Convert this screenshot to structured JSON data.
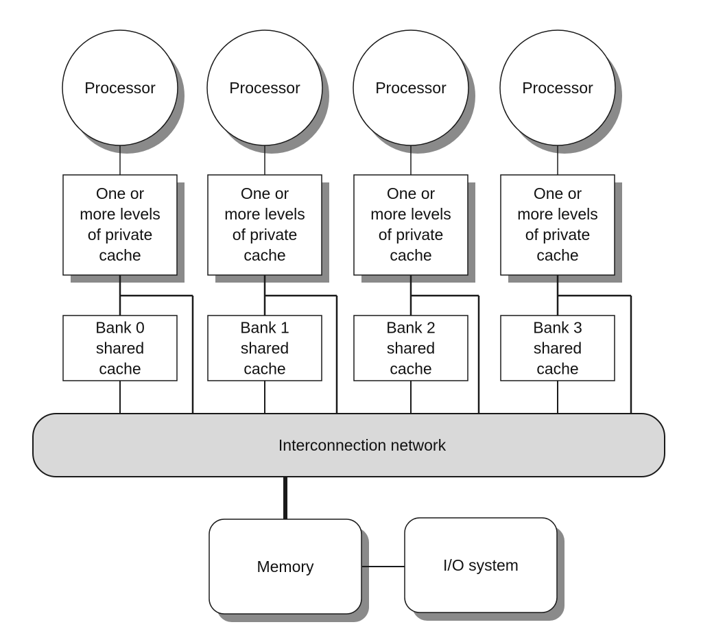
{
  "colors": {
    "stroke": "#1a1a1a",
    "shadow": "#8a8a8a",
    "box_fill": "#ffffff",
    "network_fill": "#d9d9d9"
  },
  "processors": [
    {
      "label": "Processor"
    },
    {
      "label": "Processor"
    },
    {
      "label": "Processor"
    },
    {
      "label": "Processor"
    }
  ],
  "private_caches": [
    {
      "lines": [
        "One or",
        "more levels",
        "of private",
        "cache"
      ]
    },
    {
      "lines": [
        "One or",
        "more levels",
        "of private",
        "cache"
      ]
    },
    {
      "lines": [
        "One or",
        "more levels",
        "of private",
        "cache"
      ]
    },
    {
      "lines": [
        "One or",
        "more levels",
        "of private",
        "cache"
      ]
    }
  ],
  "shared_banks": [
    {
      "lines": [
        "Bank 0",
        "shared",
        "cache"
      ]
    },
    {
      "lines": [
        "Bank 1",
        "shared",
        "cache"
      ]
    },
    {
      "lines": [
        "Bank 2",
        "shared",
        "cache"
      ]
    },
    {
      "lines": [
        "Bank 3",
        "shared",
        "cache"
      ]
    }
  ],
  "network": {
    "label": "Interconnection network"
  },
  "memory": {
    "label": "Memory"
  },
  "io_system": {
    "label": "I/O system"
  }
}
